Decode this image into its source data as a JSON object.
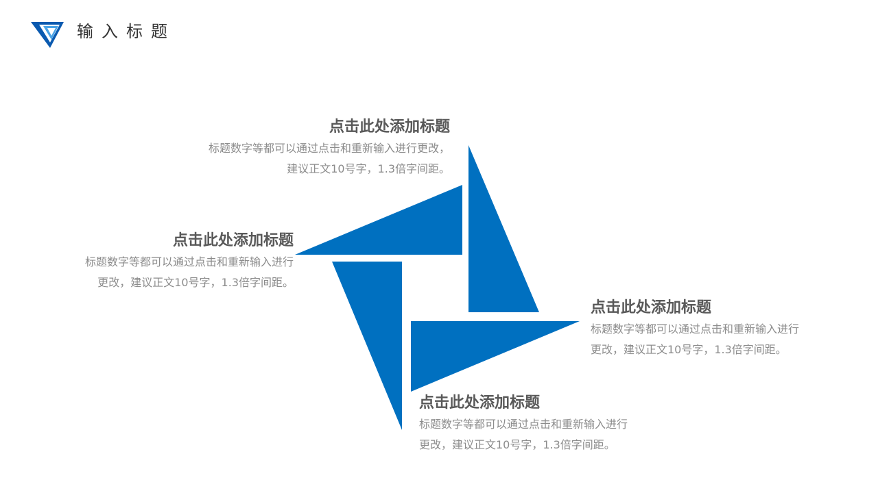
{
  "header": {
    "title": "输入标题",
    "logo_icon": "triangle-logo-icon"
  },
  "colors": {
    "accent": "#0070c0",
    "heading": "#595959",
    "body": "#8c8c8c"
  },
  "blocks": [
    {
      "heading": "点击此处添加标题",
      "line1": "标题数字等都可以通过点击和重新输入进行更改，",
      "line2": "建议正文10号字，1.3倍字间距。"
    },
    {
      "heading": "点击此处添加标题",
      "line1": "标题数字等都可以通过点击和重新输入进行",
      "line2": "更改，建议正文10号字，1.3倍字间距。"
    },
    {
      "heading": "点击此处添加标题",
      "line1": "标题数字等都可以通过点击和重新输入进行",
      "line2": "更改，建议正文10号字，1.3倍字间距。"
    },
    {
      "heading": "点击此处添加标题",
      "line1": "标题数字等都可以通过点击和重新输入进行",
      "line2": "更改，建议正文10号字，1.3倍字间距。"
    }
  ]
}
